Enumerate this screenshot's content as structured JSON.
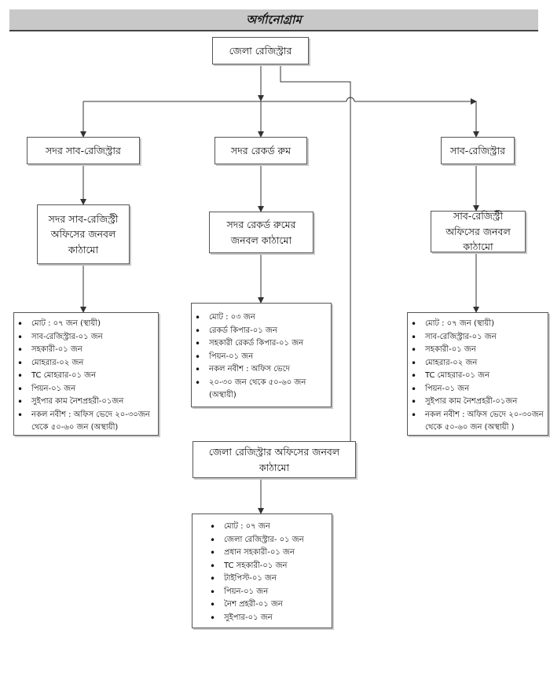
{
  "title": "অর্গানোগ্রাম",
  "root": {
    "label": "জেলা রেজিস্ট্রার"
  },
  "branches": {
    "left": {
      "office": "সদর সাব-রেজিস্ট্রার",
      "structure": "সদর সাব-রেজিস্ট্রী অফিসের জনবল কাঠামো",
      "staff": [
        "মোট : ০৭ জন (স্থায়ী)",
        "সাব-রেজিস্ট্রার-০১ জন",
        "সহকারী-০১ জন",
        "মোহরার-০২ জন",
        "TC মোহরার-০১ জন",
        "পিয়ন-০১ জন",
        "সুইপার কাম নৈশপ্রহরী-০১জন",
        "নকল নবীশ : অফিস ভেদে ২০-৩০জন থেকে ৫০-৬০ জন (অস্থায়ী)"
      ]
    },
    "middle": {
      "office": "সদর রেকর্ড রুম",
      "structure": "সদর রেকর্ড রুমের জনবল কাঠামো",
      "staff": [
        "মোট : ০৩ জন",
        "রেকর্ড কিপার-০১ জন",
        "সহকারী রেকর্ড কিপার-০১ জন",
        "পিয়ন-০১ জন",
        "নকল নবীশ : অফিস ভেদে",
        "২০-৩০ জন থেকে ৫০-৬০ জন (অস্থায়ী)"
      ]
    },
    "right": {
      "office": "সাব-রেজিস্ট্রার",
      "structure": "সাব-রেজিস্ট্রী অফিসের জনবল কাঠামো",
      "staff": [
        "মোট : ০৭ জন (স্থায়ী)",
        "সাব-রেজিস্ট্রার-০১ জন",
        "সহকারী-০১ জন",
        "মোহরার-০২ জন",
        "TC মোহরার-০১ জন",
        "পিয়ন-০১ জন",
        "সুইপার কাম নৈশপ্রহরী-০১জন",
        "নকল নবীশ : অফিস ভেদে ২০-৩০জন থেকে ৫০-৬০ জন (অস্থায়ী )"
      ]
    },
    "district": {
      "structure": "জেলা রেজিস্ট্রার অফিসের জনবল কাঠামো",
      "staff": [
        "মোট : ০৭ জন",
        "জেলা রেজিস্ট্রার- ০১ জন",
        "প্রধান সহকারী-০১ জন",
        "TC সহকারী-০১ জন",
        "টাইপিস্ট-০১ জন",
        "পিয়ন-০১ জন",
        "নৈশ প্রহরী-০১ জন",
        "সুইপার-০১ জন"
      ]
    }
  }
}
